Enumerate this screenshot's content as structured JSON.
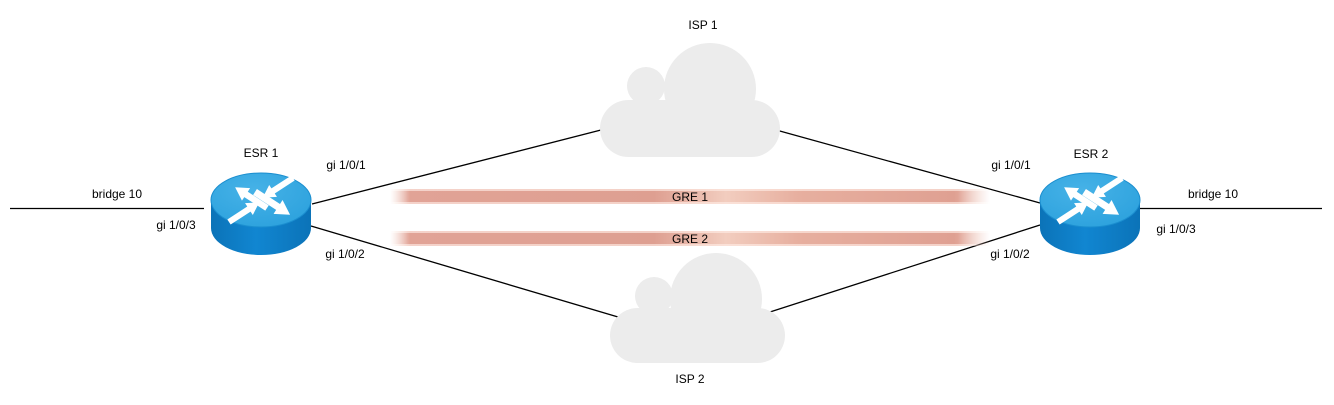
{
  "diagram_type": "network-topology",
  "routers": [
    {
      "name": "ESR 1",
      "if1": "gi 1/0/1",
      "if2": "gi 1/0/2",
      "if3": "gi 1/0/3",
      "bridge": "bridge 10"
    },
    {
      "name": "ESR 2",
      "if1": "gi 1/0/1",
      "if2": "gi 1/0/2",
      "if3": "gi 1/0/3",
      "bridge": "bridge 10"
    }
  ],
  "clouds": [
    {
      "name": "ISP 1"
    },
    {
      "name": "ISP 2"
    }
  ],
  "tunnels": [
    {
      "name": "GRE 1"
    },
    {
      "name": "GRE 2"
    }
  ],
  "colors": {
    "router_top": "#2ea3de",
    "router_body": "#0e7fc6",
    "cloud": "#ececec",
    "tunnel": "#dfa092",
    "tunnel_highlight": "#f2cdbf",
    "line": "#000000",
    "background": "#ffffff"
  }
}
